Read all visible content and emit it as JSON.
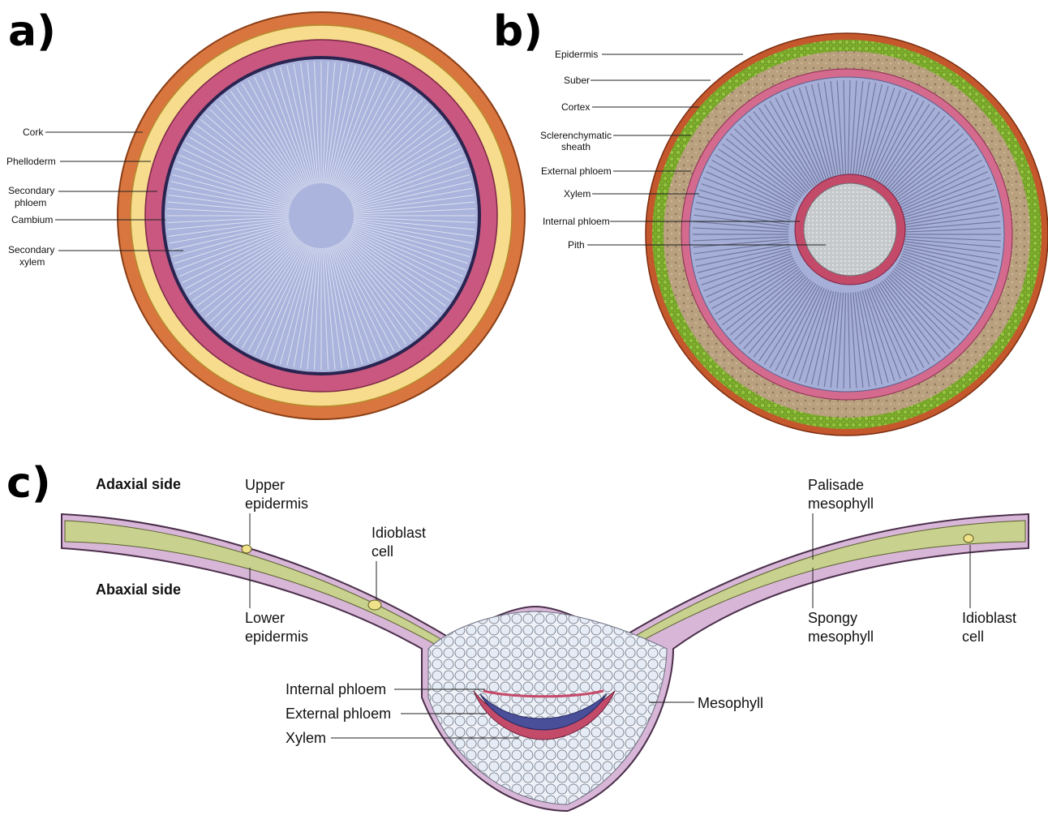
{
  "panels": {
    "a": {
      "letter": "a)",
      "labels": [
        "Cork",
        "Phelloderm",
        "Secondary phloem",
        "Cambium",
        "Secondary xylem"
      ],
      "colors": {
        "cork": "#d9763f",
        "phelloderm": "#f6dc8c",
        "phloem": "#c9577f",
        "cambium": "#2a2450",
        "xylem": "#aab4dc"
      }
    },
    "b": {
      "letter": "b)",
      "labels": [
        "Epidermis",
        "Suber",
        "Cortex",
        "Sclerenchymatic sheath",
        "External phloem",
        "Xylem",
        "Internal phloem",
        "Pith"
      ],
      "colors": {
        "epidermis": "#c4572c",
        "suber": "#7fae2c",
        "cortex": "#b49a7a",
        "sheath": "#d46a8e",
        "xylem": "#a6afd8",
        "pith": "#c9cccf"
      }
    },
    "c": {
      "letter": "c)",
      "adaxial": "Adaxial side",
      "abaxial": "Abaxial side",
      "upper_epidermis": [
        "Upper",
        "epidermis"
      ],
      "lower_epidermis": [
        "Lower",
        "epidermis"
      ],
      "idioblast_left": [
        "Idioblast",
        "cell"
      ],
      "idioblast_right": [
        "Idioblast",
        "cell"
      ],
      "palisade": [
        "Palisade",
        "mesophyll"
      ],
      "spongy": [
        "Spongy",
        "mesophyll"
      ],
      "internal_phloem": "Internal phloem",
      "external_phloem": "External phloem",
      "xylem": "Xylem",
      "mesophyll": "Mesophyll",
      "colors": {
        "epidermis": "#d8b6d8",
        "palisade": "#c8d18e",
        "vein": "#e8eef5",
        "xylem": "#4a4f9a",
        "phloem": "#c44a6a"
      }
    }
  }
}
